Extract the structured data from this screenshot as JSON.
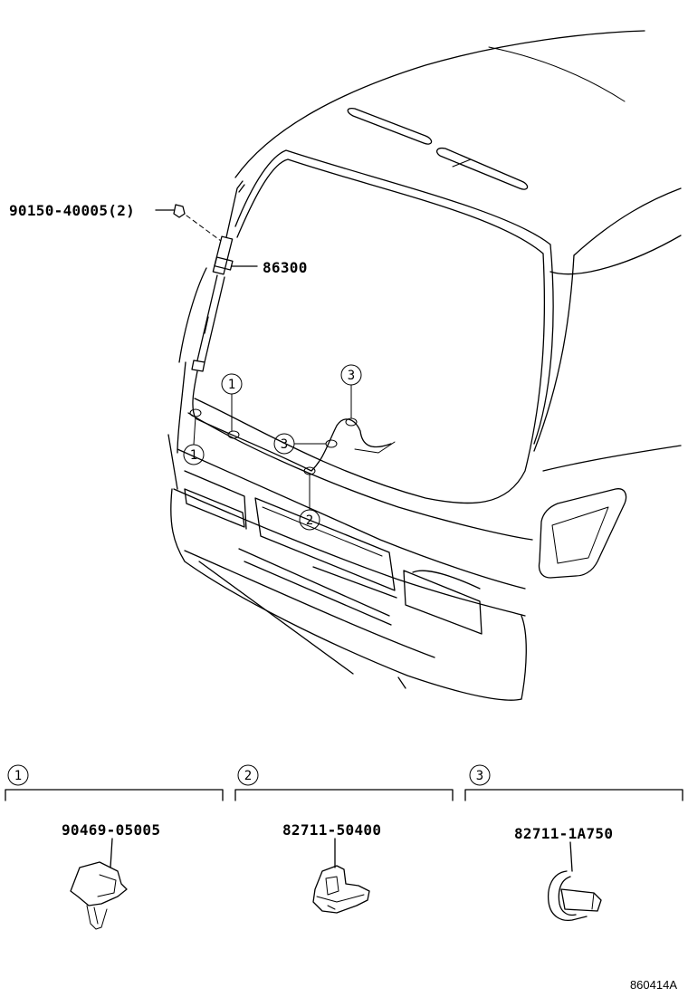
{
  "diagram": {
    "parts": {
      "bolt": "90150-40005(2)",
      "antenna": "86300"
    },
    "callouts": {
      "c1a": "1",
      "c1b": "1",
      "c2": "2",
      "c3a": "3",
      "c3b": "3"
    },
    "clips": [
      {
        "index": "1",
        "part_number": "90469-05005"
      },
      {
        "index": "2",
        "part_number": "82711-50400"
      },
      {
        "index": "3",
        "part_number": "82711-1A750"
      }
    ],
    "figure_code": "860414A"
  }
}
